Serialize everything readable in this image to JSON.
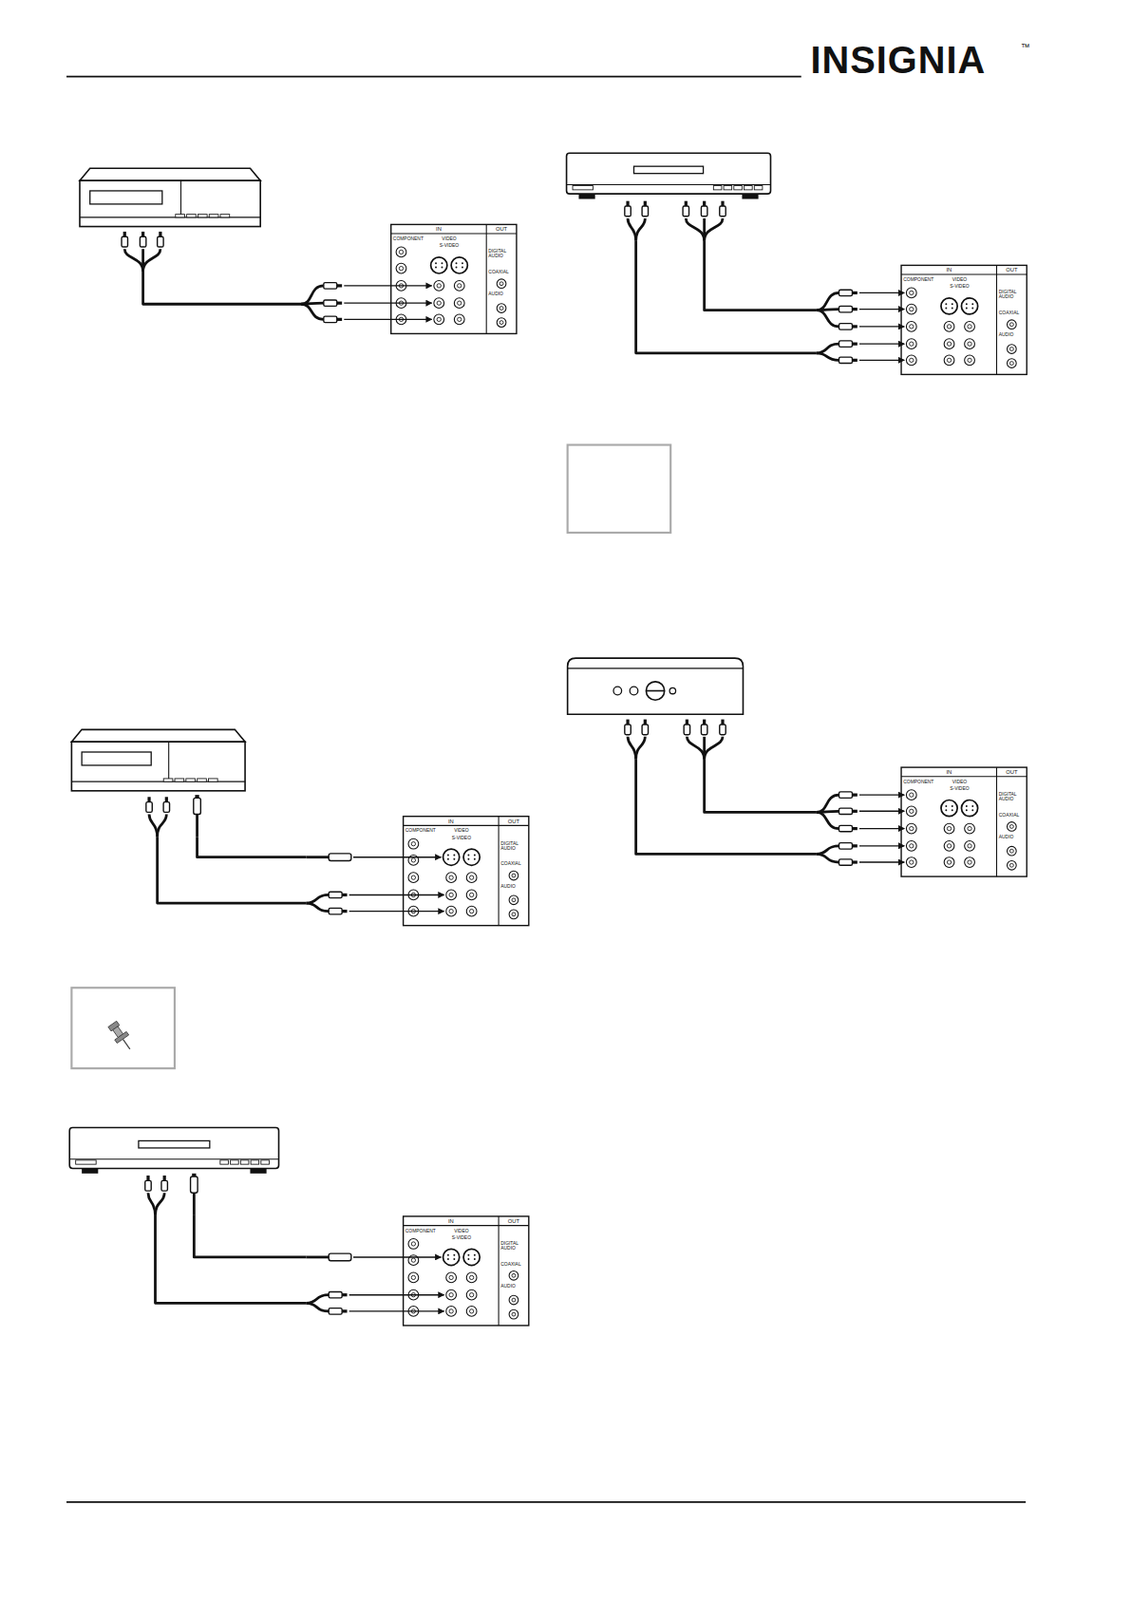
{
  "diagram": {
    "labels": [
      "INSIGNIA",
      "™",
      "IN",
      "OUT",
      "COMPONENT",
      "VIDEO",
      "S-VIDEO",
      "DIGITAL AUDIO",
      "COAXIAL",
      "AUDIO",
      "IN",
      "OUT",
      "COMPONENT",
      "VIDEO",
      "S-VIDEO",
      "DIGITAL AUDIO",
      "COAXIAL",
      "AUDIO",
      "IN",
      "OUT",
      "COMPONENT",
      "VIDEO",
      "S-VIDEO",
      "DIGITAL AUDIO",
      "COAXIAL",
      "AUDIO",
      "IN",
      "OUT",
      "COMPONENT",
      "VIDEO",
      "S-VIDEO",
      "DIGITAL AUDIO",
      "COAXIAL",
      "AUDIO",
      "IN",
      "OUT",
      "COMPONENT",
      "VIDEO",
      "S-VIDEO",
      "DIGITAL AUDIO",
      "COAXIAL",
      "AUDIO"
    ]
  }
}
